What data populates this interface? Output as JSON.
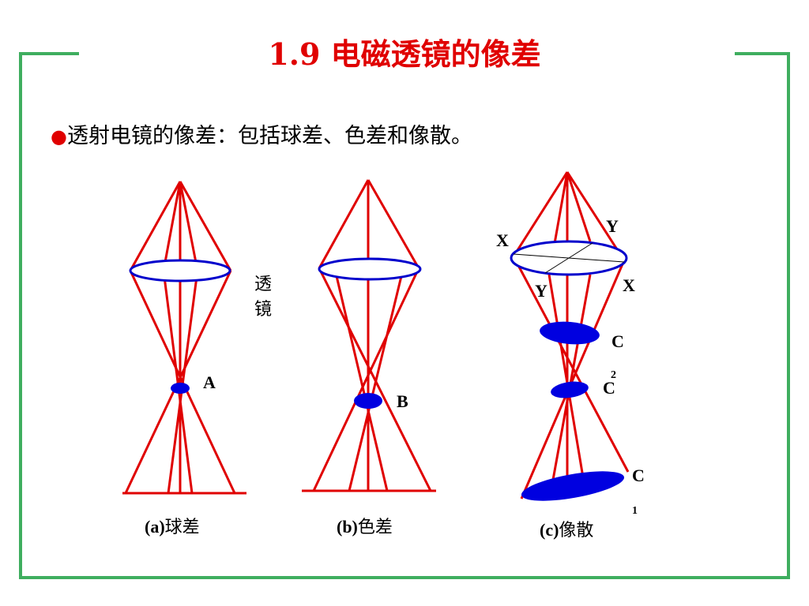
{
  "slide": {
    "title": "1.9 电磁透镜的像差",
    "bullet_symbol": "●",
    "bullet_text": "透射电镜的像差：包括球差、色差和像散。",
    "colors": {
      "title": "#e00000",
      "rays": "#e00000",
      "lens": "#0000cc",
      "spot": "#0000e0",
      "frame": "#3fae5f"
    }
  },
  "diagram": {
    "lens_label_1": "透",
    "lens_label_2": "镜",
    "panel_a": {
      "point_label": "A",
      "caption_paren": "(a)",
      "caption_text": "球差"
    },
    "panel_b": {
      "point_label": "B",
      "caption_paren": "(b)",
      "caption_text": "色差"
    },
    "panel_c": {
      "label_x_left": "X",
      "label_y_top": "Y",
      "label_y_left": "Y",
      "label_x_right": "X",
      "label_c_upper": "C",
      "label_c_middle": "C",
      "label_c_middle_sub": "2",
      "label_c_lower": "C",
      "label_c_lower_sub": "1",
      "caption_paren": "(c)",
      "caption_text": "像散"
    }
  }
}
